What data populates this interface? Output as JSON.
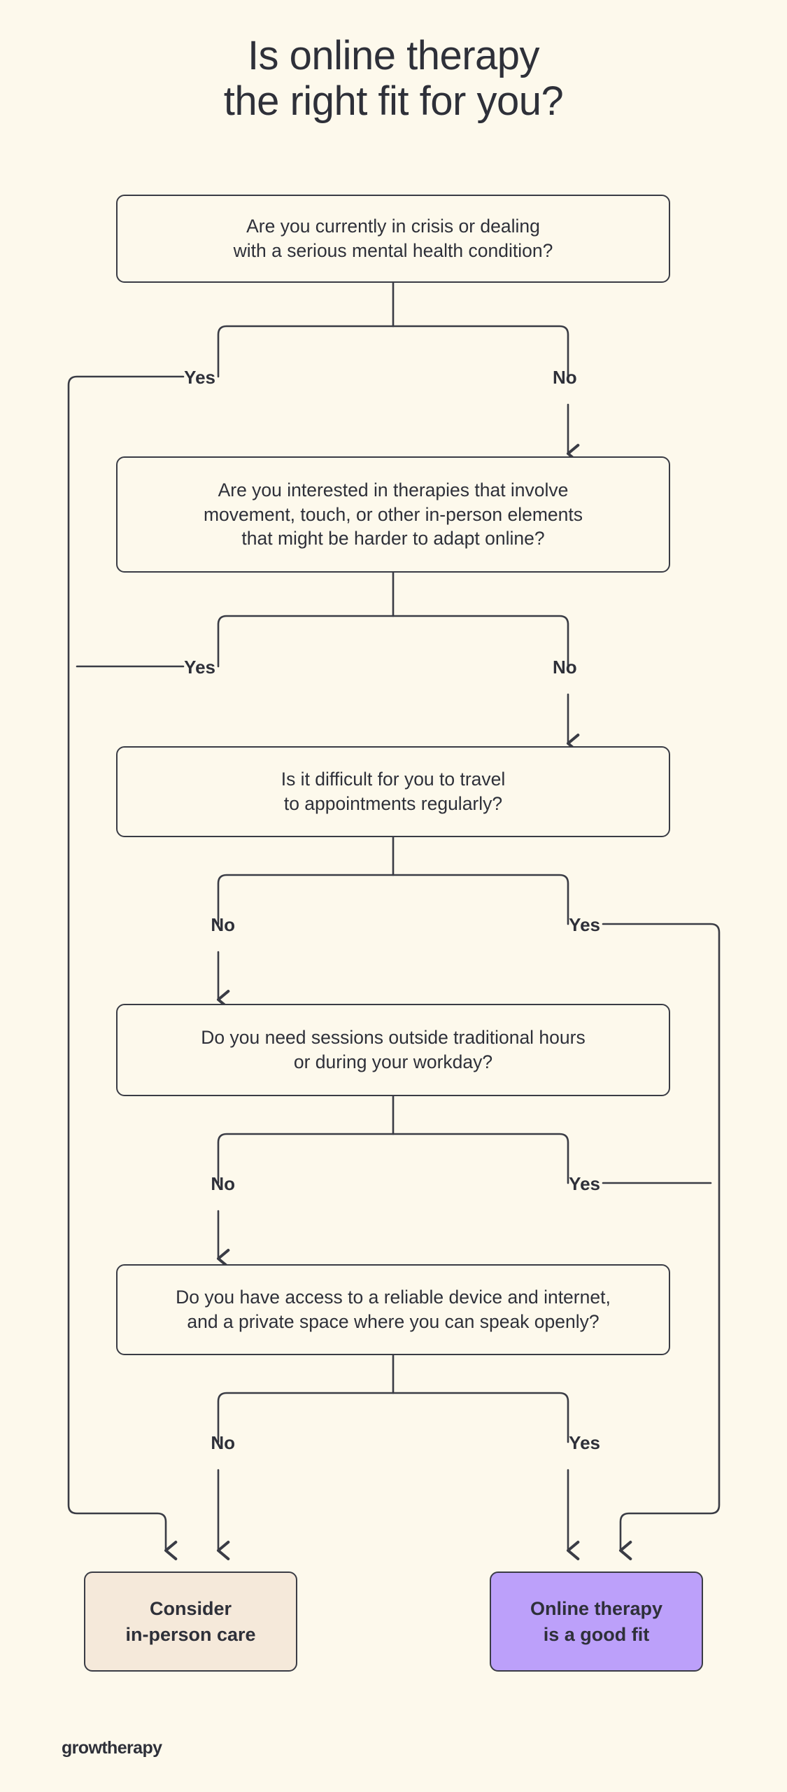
{
  "page": {
    "background_color": "#FDF9EC",
    "text_color": "#2E3039",
    "line_color": "#3A3C45"
  },
  "title": {
    "line1": "Is online therapy",
    "line2": "the right fit for you?"
  },
  "questions": [
    {
      "id": "q1",
      "lines": [
        "Are you currently in crisis or dealing",
        "with a serious mental health condition?"
      ],
      "left_label": "Yes",
      "right_label": "No"
    },
    {
      "id": "q2",
      "lines": [
        "Are you interested in therapies that involve",
        "movement, touch, or other in-person elements",
        "that might be harder to adapt online?"
      ],
      "left_label": "Yes",
      "right_label": "No"
    },
    {
      "id": "q3",
      "lines": [
        "Is it difficult for you to travel",
        "to appointments regularly?"
      ],
      "left_label": "No",
      "right_label": "Yes"
    },
    {
      "id": "q4",
      "lines": [
        "Do you need sessions outside traditional hours",
        "or during your workday?"
      ],
      "left_label": "No",
      "right_label": "Yes"
    },
    {
      "id": "q5",
      "lines": [
        "Do you have access to a reliable device and internet,",
        "and a private space where you can speak openly?"
      ],
      "left_label": "No",
      "right_label": "Yes"
    }
  ],
  "outcomes": [
    {
      "id": "outcome-in-person",
      "lines": [
        "Consider",
        "in-person care"
      ],
      "fill": "#F5E9DA"
    },
    {
      "id": "outcome-online",
      "lines": [
        "Online therapy",
        "is a good fit"
      ],
      "fill": "#BCA0FA"
    }
  ],
  "footer": {
    "logo": "growtherapy"
  }
}
